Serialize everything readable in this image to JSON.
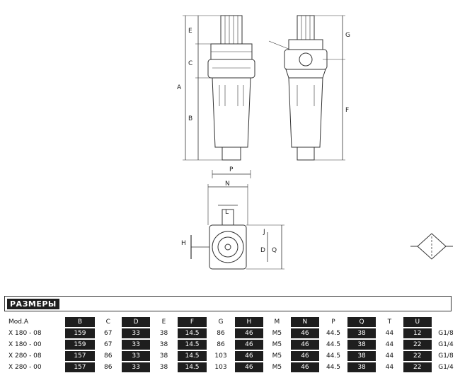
{
  "drawing": {
    "side_labels": [
      "E",
      "C",
      "A",
      "B"
    ],
    "front_labels": [
      "G",
      "F"
    ],
    "width_label": "P",
    "top_labels": [
      "N",
      "L",
      "J",
      "H",
      "Q",
      "D"
    ]
  },
  "section": {
    "title": "РАЗМЕРЫ"
  },
  "table": {
    "columns": [
      {
        "label": "Mod.A",
        "dark": false
      },
      {
        "label": "B",
        "dark": true
      },
      {
        "label": "C",
        "dark": false
      },
      {
        "label": "D",
        "dark": true
      },
      {
        "label": "E",
        "dark": false
      },
      {
        "label": "F",
        "dark": true
      },
      {
        "label": "G",
        "dark": false
      },
      {
        "label": "H",
        "dark": true
      },
      {
        "label": "M",
        "dark": false
      },
      {
        "label": "N",
        "dark": true
      },
      {
        "label": "P",
        "dark": false
      },
      {
        "label": "Q",
        "dark": true
      },
      {
        "label": "T",
        "dark": false
      },
      {
        "label": "U",
        "dark": true
      },
      {
        "label": "",
        "dark": false
      }
    ],
    "rows": [
      [
        "X 180 - 08",
        "159",
        "67",
        "33",
        "38",
        "14.5",
        "86",
        "46",
        "M5",
        "46",
        "44.5",
        "38",
        "44",
        "12",
        "G1/8"
      ],
      [
        "X 180 - 00",
        "159",
        "67",
        "33",
        "38",
        "14.5",
        "86",
        "46",
        "M5",
        "46",
        "44.5",
        "38",
        "44",
        "22",
        "G1/4"
      ],
      [
        "X 280 - 08",
        "157",
        "86",
        "33",
        "38",
        "14.5",
        "103",
        "46",
        "M5",
        "46",
        "44.5",
        "38",
        "44",
        "22",
        "G1/8"
      ],
      [
        "X 280 - 00",
        "157",
        "86",
        "33",
        "38",
        "14.5",
        "103",
        "46",
        "M5",
        "46",
        "44.5",
        "38",
        "44",
        "22",
        "G1/4"
      ]
    ]
  }
}
